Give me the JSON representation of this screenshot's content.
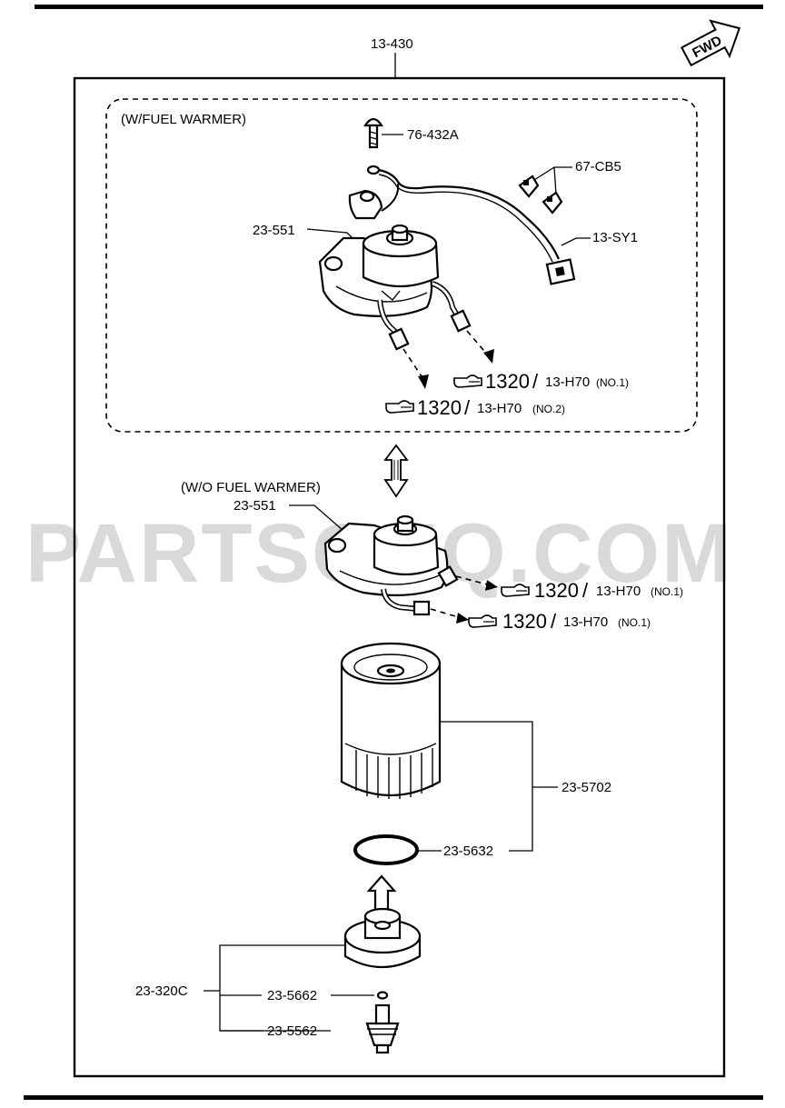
{
  "watermark": "PARTSOUQ.COM",
  "fwd_label": "FWD",
  "top_ref": "13-430",
  "with_warmer": {
    "title": "(W/FUEL WARMER)",
    "parts": {
      "screw": "76-432A",
      "clip": "67-CB5",
      "harness": "13-SY1",
      "housing": "23-551"
    },
    "refs": [
      {
        "num": "1320",
        "sep": "/",
        "code": "13-H70",
        "note": "(NO.1)"
      },
      {
        "num": "1320",
        "sep": "/",
        "code": "13-H70",
        "note": "(NO.2)"
      }
    ]
  },
  "without_warmer": {
    "title": "(W/O FUEL WARMER)",
    "housing": "23-551",
    "refs": [
      {
        "num": "1320",
        "sep": "/",
        "code": "13-H70",
        "note": "(NO.1)"
      },
      {
        "num": "1320",
        "sep": "/",
        "code": "13-H70",
        "note": "(NO.1)"
      }
    ]
  },
  "filter_parts": {
    "cartridge": "23-5702",
    "o_ring": "23-5632",
    "drain_assy": "23-320C",
    "drain_small_ring": "23-5662",
    "drain_plug": "23-5562"
  }
}
